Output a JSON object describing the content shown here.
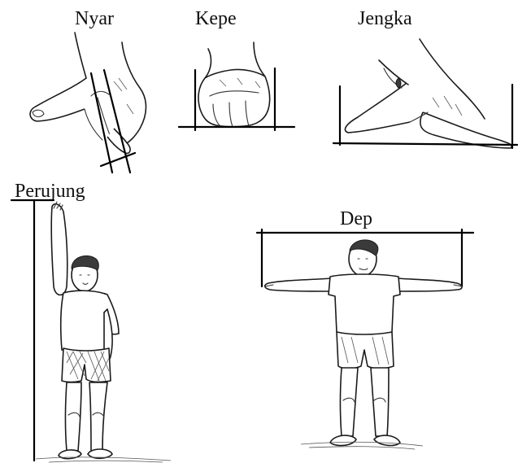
{
  "labels": {
    "nyar": "Nyar",
    "kepe": "Kepe",
    "jengka": "Jengka",
    "perujung": "Perujung",
    "dep": "Dep"
  }
}
